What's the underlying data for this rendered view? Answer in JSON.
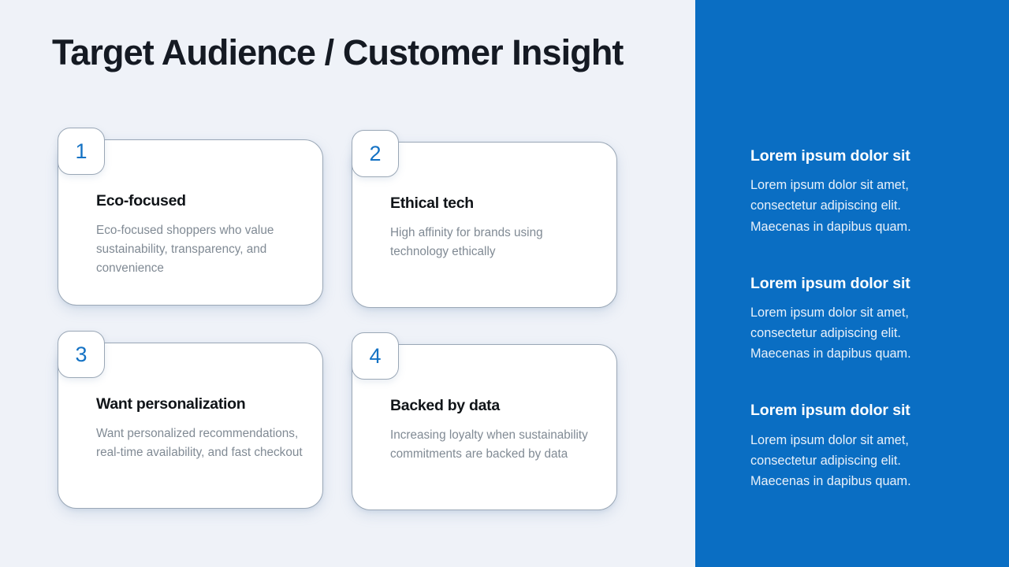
{
  "slide": {
    "title": "Target Audience / Customer Insight",
    "background_color": "#eff2f8",
    "accent_color": "#0a6ec3",
    "title_color": "#151a23",
    "card_title_color": "#101418",
    "card_body_color": "#808a94",
    "badge_number_color": "#1472c4"
  },
  "cards": [
    {
      "number": "1",
      "title": "Eco-focused",
      "body": "Eco-focused shoppers who value sustainability, transparency, and convenience"
    },
    {
      "number": "2",
      "title": "Ethical tech",
      "body": "High affinity for brands using technology ethically"
    },
    {
      "number": "3",
      "title": "Want personalization",
      "body": "Want personalized recommendations, real-time availability, and fast checkout"
    },
    {
      "number": "4",
      "title": "Backed by data",
      "body": "Increasing loyalty when sustainability commitments are backed by data"
    }
  ],
  "side_panel": {
    "blocks": [
      {
        "title": "Lorem ipsum dolor sit",
        "body": "Lorem ipsum dolor sit amet, consectetur adipiscing elit. Maecenas in dapibus quam."
      },
      {
        "title": "Lorem ipsum dolor sit",
        "body": "Lorem ipsum dolor sit amet, consectetur adipiscing elit. Maecenas in dapibus quam."
      },
      {
        "title": "Lorem ipsum dolor sit",
        "body": "Lorem ipsum dolor sit amet, consectetur adipiscing elit. Maecenas in dapibus quam."
      }
    ]
  }
}
